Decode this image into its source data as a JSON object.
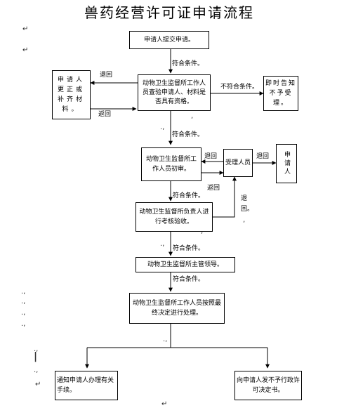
{
  "title": "兽药经营许可证申请流程",
  "boxes": {
    "submit": "申请人提交申请。",
    "supplement": "申请人更正或补齐材料。",
    "review": "动物卫生监督所工作人员查验申请人、材料是否具有资格。",
    "notify": "即时告知不予受理。",
    "initial": "动物卫生监督所工作人员初审。",
    "accept": "受理人员",
    "applicant": "申请人",
    "inspect": "动物卫生监督所负责人进行考核验收。",
    "leader": "动物卫生监督所主管领导。",
    "process": "动物卫生监督所工作人员按照最终决定进行处理。",
    "grant": "通知申请人办理有关手续。",
    "deny": "向申请人发不予行政许可决定书。"
  },
  "labels": {
    "meets1": "符合条件。",
    "meets2": "符合条件。",
    "meets3": "符合条件。",
    "meets4": "符合条件。",
    "meets5": "符合条件。",
    "notmeet": "不符合条件。",
    "return_top": "退回",
    "return_bottom": "返回",
    "return_accept": "退回",
    "return_applicant": "退回",
    "return_mid": "返回",
    "return_side": "退回。"
  },
  "marks": {
    "para": "↵",
    "tick": ".,",
    "comma": ",",
    "bar": "|"
  }
}
